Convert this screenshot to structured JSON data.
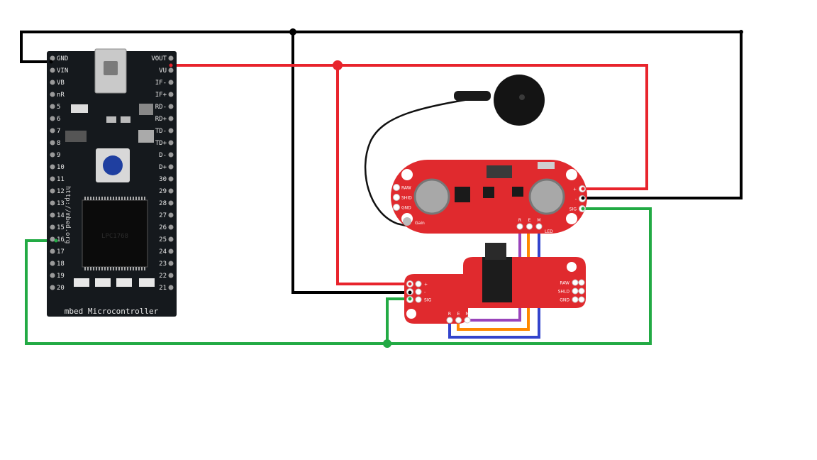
{
  "mbed": {
    "silkscreen": "mbed Microcontroller",
    "url": "http://mbed.org",
    "chip": "LPC1768",
    "pins_left": [
      "GND",
      "VIN",
      "VB",
      "nR",
      "5",
      "6",
      "7",
      "8",
      "9",
      "10",
      "11",
      "12",
      "13",
      "14",
      "15",
      "16",
      "17",
      "18",
      "19",
      "20"
    ],
    "pins_right": [
      "VOUT",
      "VU",
      "IF-",
      "IF+",
      "RD-",
      "RD+",
      "TD-",
      "TD+",
      "D-",
      "D+",
      "30",
      "29",
      "28",
      "27",
      "26",
      "25",
      "24",
      "23",
      "22",
      "21"
    ]
  },
  "myoware": {
    "left_labels": [
      "RAW",
      "SHID",
      "GND"
    ],
    "right_labels": [
      "+",
      "-",
      "SIG"
    ],
    "gain_label": "Gain",
    "bottom_labels": [
      "R",
      "E",
      "M"
    ],
    "led_label": "LED"
  },
  "cable_shield": {
    "left_labels": [
      "+",
      "-",
      "SIG"
    ],
    "right_labels": [
      "RAW",
      "SHLD",
      "GND"
    ],
    "bottom_labels": [
      "R",
      "E",
      "M"
    ]
  },
  "wire_colors": {
    "ground": "#000000",
    "power": "#e8242c",
    "signal": "#22aa44",
    "ref": "#9944bb",
    "mid": "#ff8800",
    "end": "#3344cc"
  }
}
